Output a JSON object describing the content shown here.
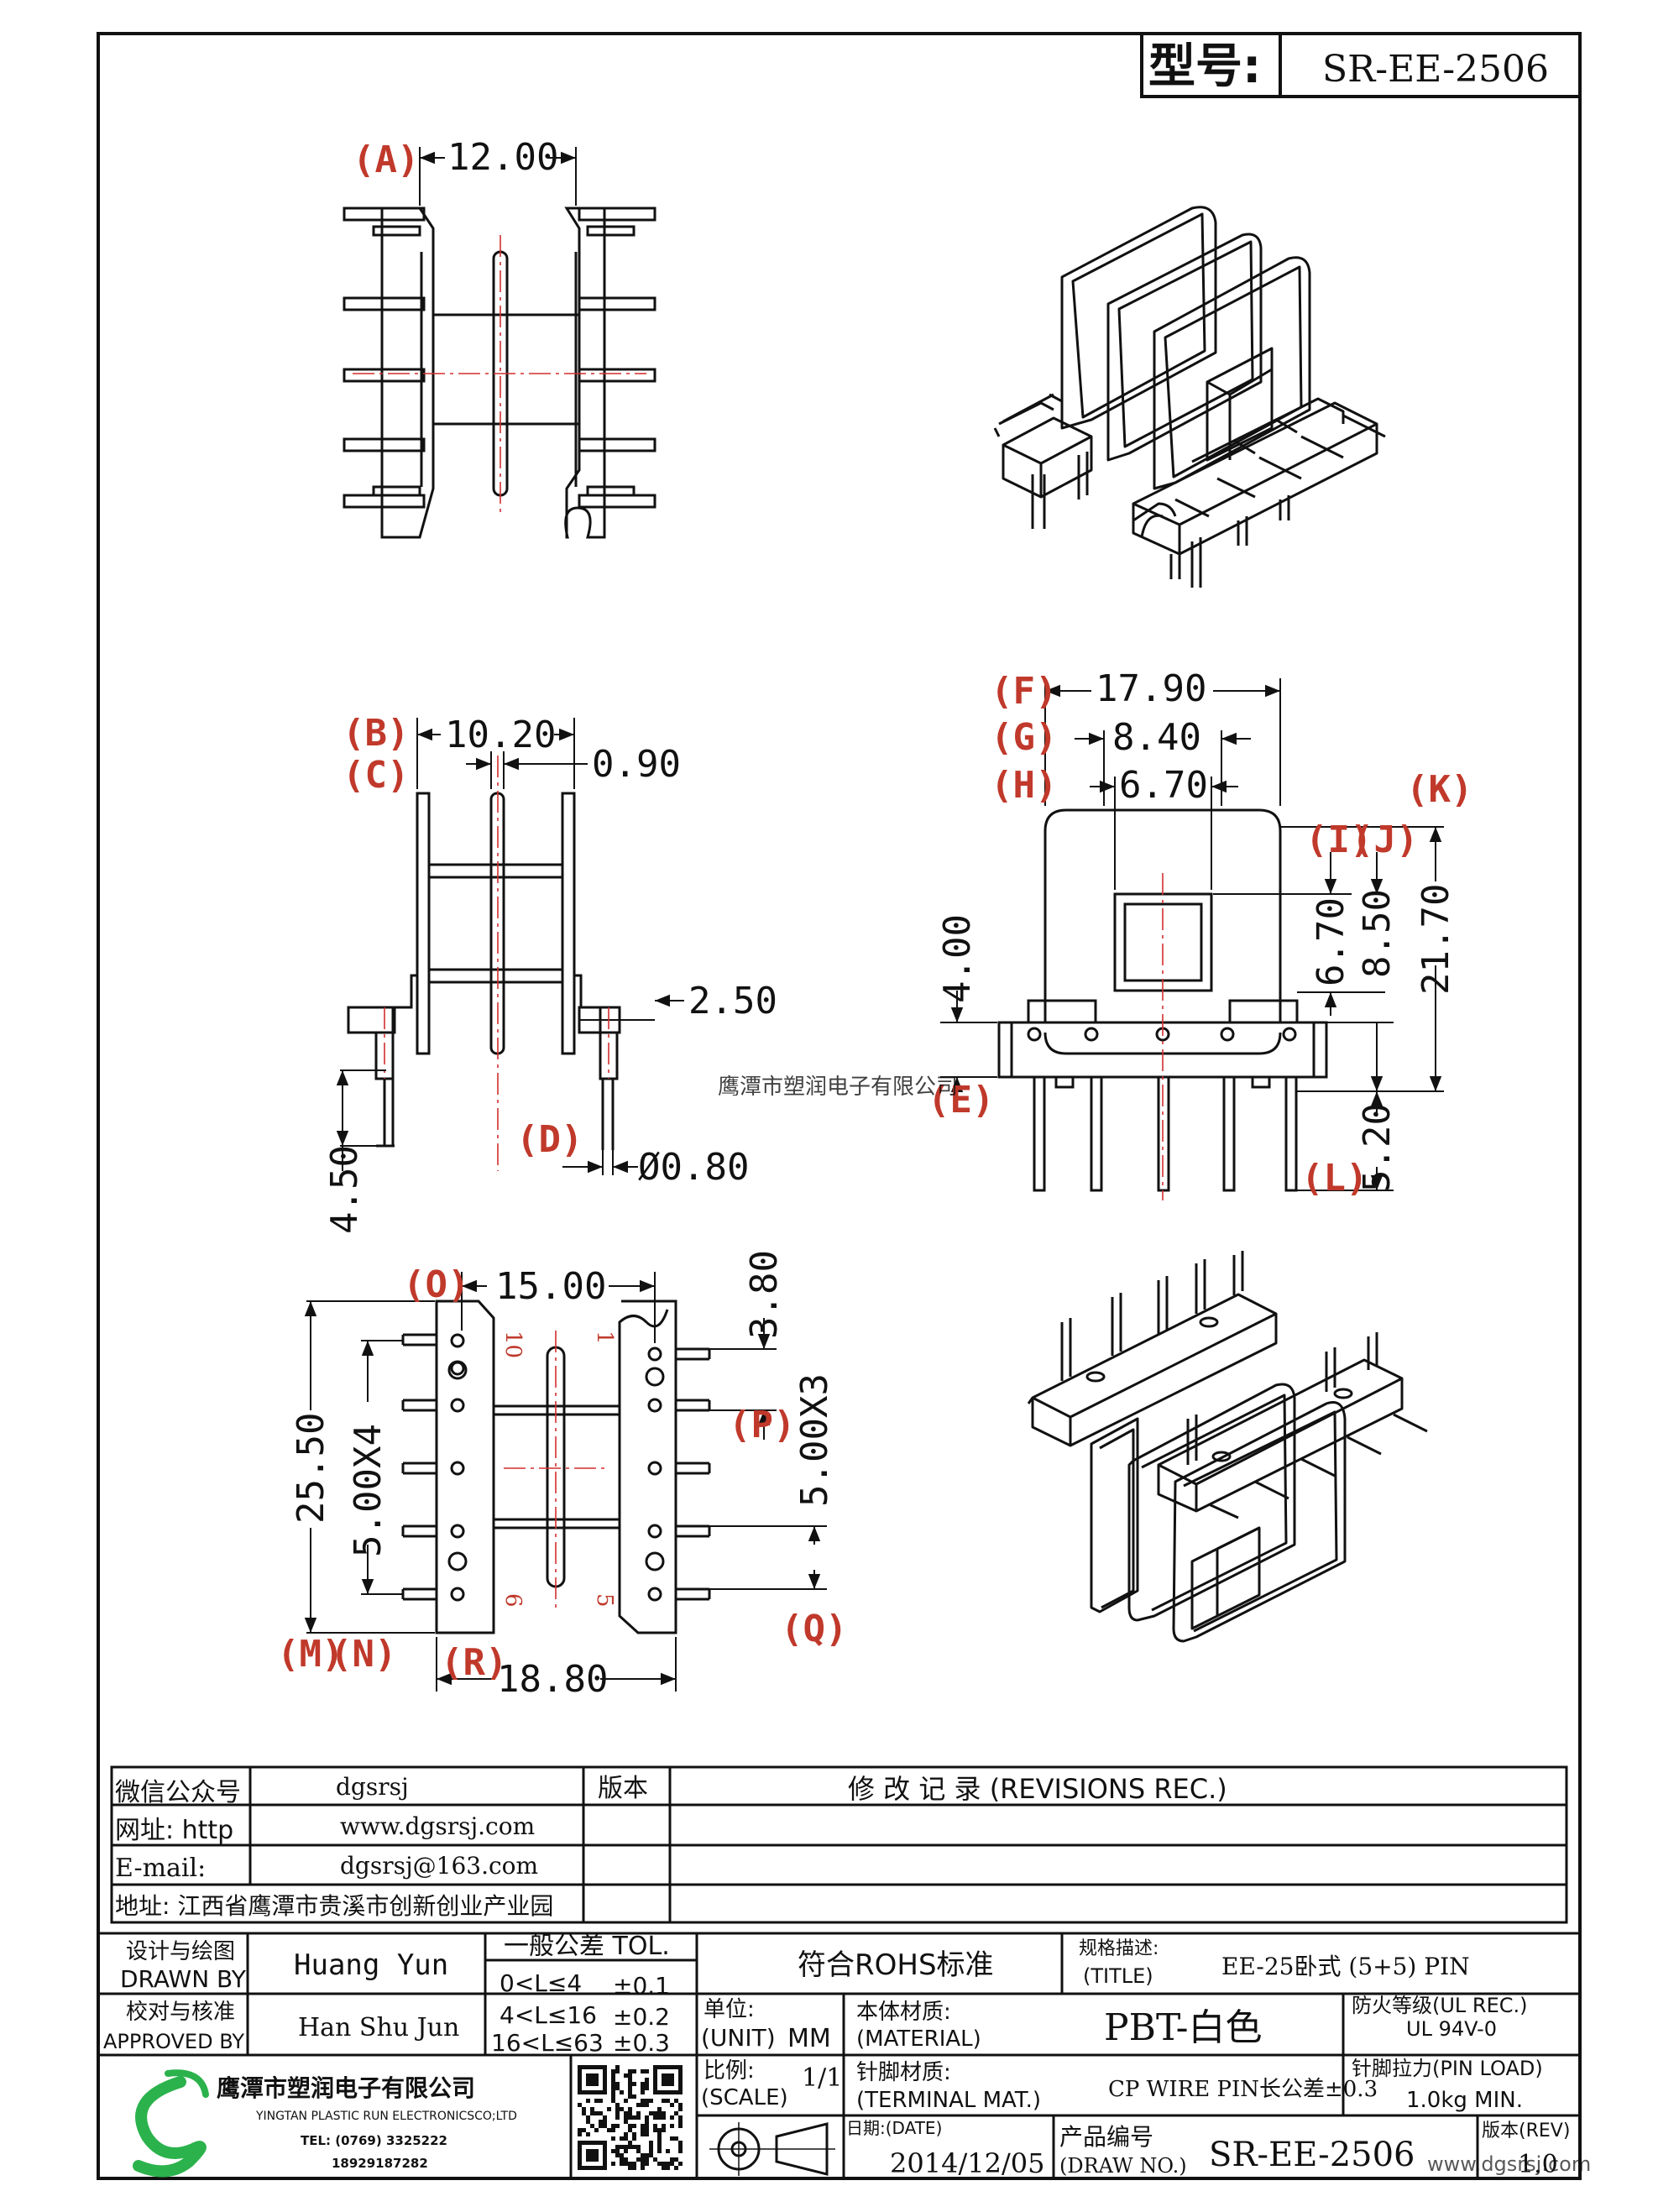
{
  "header": {
    "model_label": "型号:",
    "model_value": "SR-EE-2506"
  },
  "views": {
    "top": {
      "ref_a": "(A)",
      "dim_a": "12.00"
    },
    "side": {
      "ref_b": "(B)",
      "ref_c": "(C)",
      "ref_d": "(D)",
      "dim_b": "10.20",
      "dim_c": "0.90",
      "dim_flange": "2.50",
      "dim_height": "4.50",
      "dim_pin": "Ø0.80"
    },
    "front": {
      "ref_e": "(E)",
      "ref_f": "(F)",
      "ref_g": "(G)",
      "ref_h": "(H)",
      "ref_i": "(I)",
      "ref_j": "(J)",
      "ref_k": "(K)",
      "ref_l": "(L)",
      "dim_f": "17.90",
      "dim_g": "8.40",
      "dim_h": "6.70",
      "dim_e": "4.00",
      "dim_i": "6.70",
      "dim_j": "8.50",
      "dim_k": "21.70",
      "dim_l": "5.20",
      "watermark": "鹰潭市塑润电子有限公司"
    },
    "bottom": {
      "ref_m": "(M)",
      "ref_n": "(N)",
      "ref_o": "(O)",
      "ref_p": "(P)",
      "ref_q": "(Q)",
      "ref_r": "(R)",
      "dim_o": "15.00",
      "dim_p": "3.80",
      "dim_q": "5.00X3",
      "dim_m": "25.50",
      "dim_n": "5.00X4",
      "dim_r": "18.80",
      "pin_1": "1",
      "pin_5": "5",
      "pin_6": "6",
      "pin_10": "10"
    }
  },
  "contact": {
    "wechat_label": "微信公众号",
    "wechat_value": "dgsrsj",
    "web_label": "网址: http",
    "web_value": "www.dgsrsj.com",
    "email_label": "E-mail:",
    "email_value": "dgsrsj@163.com",
    "address_label": "地址: 江西省鹰潭市贵溪市创新创业产业园"
  },
  "revisions": {
    "version_label": "版本",
    "title": "修 改 记 录  (REVISIONS REC.)"
  },
  "title_block": {
    "drawn_cn": "设计与绘图",
    "drawn_en": "DRAWN BY",
    "drawn_value": "Huang Yun",
    "approved_cn": "校对与核准",
    "approved_en": "APPROVED BY",
    "approved_value": "Han Shu Jun",
    "tol_title": "一般公差 TOL.",
    "tol_rows": [
      {
        "range": "0<L≤4",
        "value": "±0.1"
      },
      {
        "range": "4<L≤16",
        "value": "±0.2"
      },
      {
        "range": "16<L≤63",
        "value": "±0.3"
      }
    ],
    "rohs": "符合ROHS标准",
    "title_cn": "规格描述:",
    "title_en": "(TITLE)",
    "title_value": "EE-25卧式 (5+5) PIN",
    "unit_cn": "单位:",
    "unit_en": "(UNIT)",
    "unit_value": "MM",
    "material_cn": "本体材质:",
    "material_en": "(MATERIAL)",
    "material_value": "PBT-白色",
    "fire_cn": "防火等级(UL REC.)",
    "fire_value": "UL 94V-0",
    "scale_cn": "比例:",
    "scale_en": "(SCALE)",
    "scale_value": "1/1",
    "terminal_cn": "针脚材质:",
    "terminal_en": "(TERMINAL MAT.)",
    "terminal_value": "CP WIRE  PIN长公差±0.3",
    "pinload_cn": "针脚拉力(PIN LOAD)",
    "pinload_value": "1.0kg MIN.",
    "date_label": "日期:(DATE)",
    "date_value": "2014/12/05",
    "drawno_cn": "产品编号",
    "drawno_en": "(DRAW NO.)",
    "drawno_value": "SR-EE-2506",
    "rev_label": "版本(REV)",
    "rev_value": "1.0",
    "company_cn": "鹰潭市塑润电子有限公司",
    "company_en": "YINGTAN PLASTIC RUN ELECTRONICSCO;LTD",
    "tel": "TEL: (0769) 3325222",
    "mobile": "18929187282",
    "site_watermark": "www.dgsrsj.com"
  },
  "colors": {
    "line": "#111111",
    "reference": "#c0392b",
    "centerline": "#d32f2f",
    "logo_green": "#2bb24c"
  }
}
